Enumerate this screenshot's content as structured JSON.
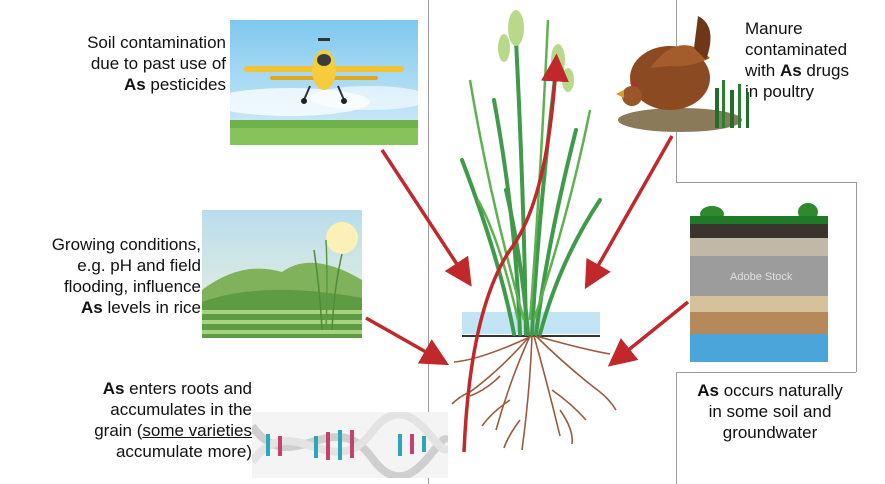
{
  "pesticides": {
    "line1": "Soil contamination",
    "line2": "due to past use of",
    "bold": "As",
    "rest": " pesticides"
  },
  "manure": {
    "line1": "Manure",
    "line2": "contaminated",
    "pre": "with ",
    "bold": "As",
    "post": " drugs",
    "line4": "in poultry"
  },
  "growing": {
    "line1": "Growing conditions,",
    "line2": "e.g. pH and field",
    "line3": "flooding, influence",
    "bold": "As",
    "rest": " levels in rice"
  },
  "natural": {
    "bold": "As",
    "rest": " occurs naturally",
    "line2": "in some soil and",
    "line3": "groundwater"
  },
  "roots": {
    "bold": "As",
    "rest": " enters roots and",
    "line2": "accumulates in the",
    "line3_pre": "grain (",
    "line3_u": "some varieties",
    "line4": "accumulate more)"
  },
  "watermark": "Adobe Stock",
  "colors": {
    "arrow": "#c0282b",
    "plant": "#3f9a49",
    "roots": "#9b5a3c",
    "sky": "#a9d9f1",
    "water": "#b8dff2"
  }
}
